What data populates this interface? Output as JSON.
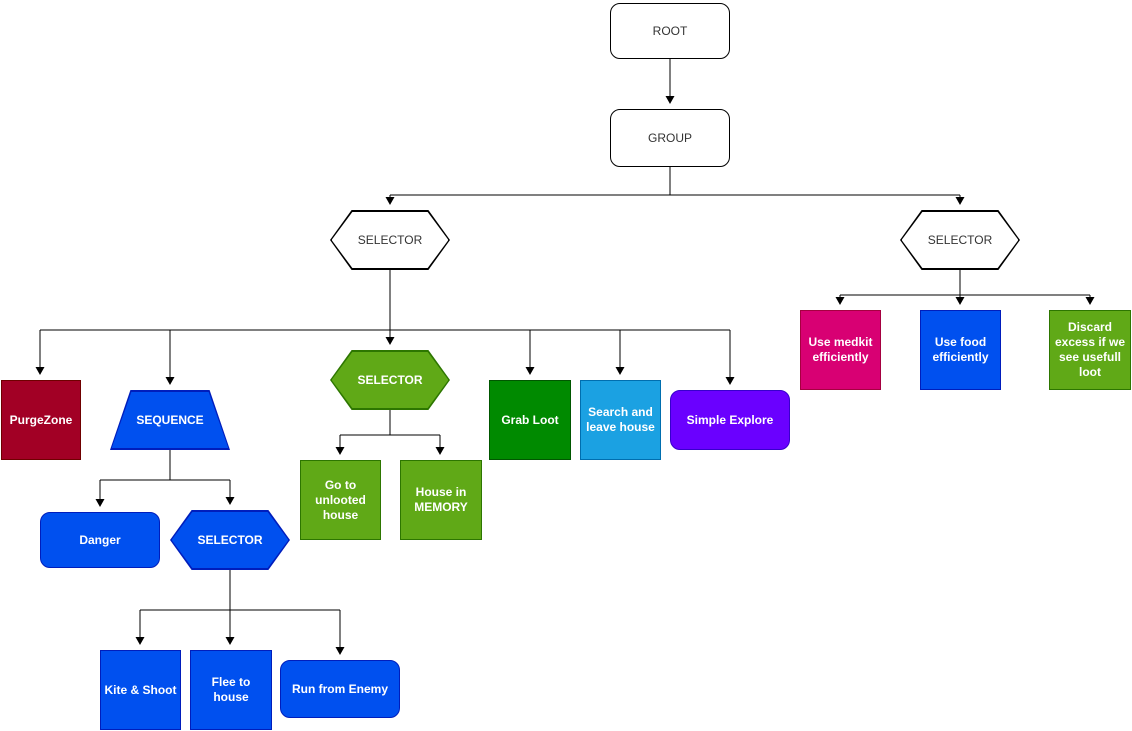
{
  "diagram_type": "behavior-tree",
  "nodes": {
    "root": {
      "label": "ROOT",
      "fill": "#FFFFFF",
      "stroke": "#000000",
      "text": "#333333",
      "shape": "rounded-rect"
    },
    "group": {
      "label": "GROUP",
      "fill": "#FFFFFF",
      "stroke": "#000000",
      "text": "#333333",
      "shape": "rounded-rect"
    },
    "selector_left": {
      "label": "SELECTOR",
      "fill": "#FFFFFF",
      "stroke": "#000000",
      "text": "#333333",
      "shape": "hexagon"
    },
    "selector_right": {
      "label": "SELECTOR",
      "fill": "#FFFFFF",
      "stroke": "#000000",
      "text": "#333333",
      "shape": "hexagon"
    },
    "purgezone": {
      "label": "PurgeZone",
      "fill": "#A20025",
      "stroke": "#6F0000",
      "text": "#FFFFFF",
      "shape": "square"
    },
    "sequence": {
      "label": "SEQUENCE",
      "fill": "#0050EF",
      "stroke": "#001DBC",
      "text": "#FFFFFF",
      "shape": "trapezoid"
    },
    "selector_green": {
      "label": "SELECTOR",
      "fill": "#60A917",
      "stroke": "#2D7600",
      "text": "#FFFFFF",
      "shape": "hexagon"
    },
    "grab_loot": {
      "label": "Grab Loot",
      "fill": "#008A00",
      "stroke": "#005700",
      "text": "#FFFFFF",
      "shape": "square"
    },
    "search_leave": {
      "label": "Search and leave house",
      "fill": "#1BA1E2",
      "stroke": "#006EAF",
      "text": "#FFFFFF",
      "shape": "square"
    },
    "simple_explore": {
      "label": "Simple Explore",
      "fill": "#6A00FF",
      "stroke": "#3700CC",
      "text": "#FFFFFF",
      "shape": "rounded-rect"
    },
    "use_medkit": {
      "label": "Use medkit efficiently",
      "fill": "#D80073",
      "stroke": "#A50040",
      "text": "#FFFFFF",
      "shape": "square"
    },
    "use_food": {
      "label": "Use food efficiently",
      "fill": "#0050EF",
      "stroke": "#001DBC",
      "text": "#FFFFFF",
      "shape": "square"
    },
    "discard_excess": {
      "label": "Discard excess if we see usefull loot",
      "fill": "#60A917",
      "stroke": "#2D7600",
      "text": "#FFFFFF",
      "shape": "square"
    },
    "go_unlooted": {
      "label": "Go to unlooted house",
      "fill": "#60A917",
      "stroke": "#2D7600",
      "text": "#FFFFFF",
      "shape": "square"
    },
    "house_memory": {
      "label": "House in MEMORY",
      "fill": "#60A917",
      "stroke": "#2D7600",
      "text": "#FFFFFF",
      "shape": "square"
    },
    "danger": {
      "label": "Danger",
      "fill": "#0050EF",
      "stroke": "#001DBC",
      "text": "#FFFFFF",
      "shape": "rounded-rect"
    },
    "selector_blue": {
      "label": "SELECTOR",
      "fill": "#0050EF",
      "stroke": "#001DBC",
      "text": "#FFFFFF",
      "shape": "hexagon"
    },
    "kite_shoot": {
      "label": "Kite & Shoot",
      "fill": "#0050EF",
      "stroke": "#001DBC",
      "text": "#FFFFFF",
      "shape": "square"
    },
    "flee_house": {
      "label": "Flee to house",
      "fill": "#0050EF",
      "stroke": "#001DBC",
      "text": "#FFFFFF",
      "shape": "square"
    },
    "run_enemy": {
      "label": "Run from Enemy",
      "fill": "#0050EF",
      "stroke": "#001DBC",
      "text": "#FFFFFF",
      "shape": "rounded-rect"
    }
  },
  "tree": {
    "root": [
      "group"
    ],
    "group": [
      "selector_left",
      "selector_right"
    ],
    "selector_left": [
      "purgezone",
      "sequence",
      "selector_green",
      "grab_loot",
      "search_leave",
      "simple_explore"
    ],
    "selector_right": [
      "use_medkit",
      "use_food",
      "discard_excess"
    ],
    "sequence": [
      "danger",
      "selector_blue"
    ],
    "selector_green": [
      "go_unlooted",
      "house_memory"
    ],
    "selector_blue": [
      "kite_shoot",
      "flee_house",
      "run_enemy"
    ]
  },
  "edge_color": "#000000"
}
